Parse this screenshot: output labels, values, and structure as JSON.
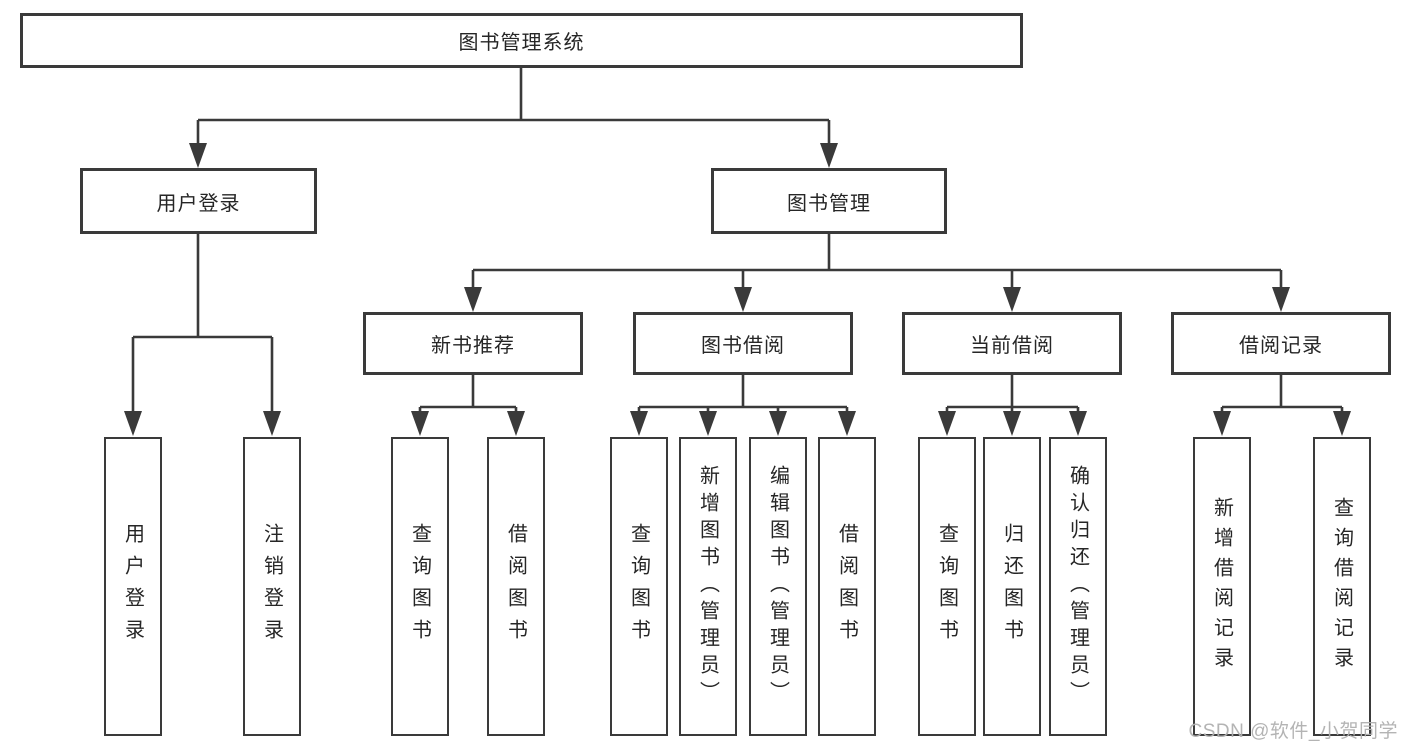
{
  "diagram": {
    "title_node": {
      "label": "图书管理系统"
    },
    "level1": {
      "user_login": {
        "label": "用户登录"
      },
      "book_mgmt": {
        "label": "图书管理"
      }
    },
    "level2": {
      "new_books": {
        "label": "新书推荐"
      },
      "book_borrow": {
        "label": "图书借阅"
      },
      "current_borrow": {
        "label": "当前借阅"
      },
      "borrow_records": {
        "label": "借阅记录"
      }
    },
    "leaves": {
      "user_login": [
        "用户登录",
        "注销登录"
      ],
      "new_books": [
        "查询图书",
        "借阅图书"
      ],
      "book_borrow": [
        "查询图书",
        "新增图书（管理员）",
        "编辑图书（管理员）",
        "借阅图书"
      ],
      "current_borrow": [
        "查询图书",
        "归还图书",
        "确认归还（管理员）"
      ],
      "borrow_records": [
        "新增借阅记录",
        "查询借阅记录"
      ]
    }
  },
  "watermark": {
    "text": "CSDN @软件_小贺同学"
  },
  "colors": {
    "line": "#3a3a3a",
    "box_border": "#3a3a3a",
    "text": "#262626",
    "background": "#ffffff",
    "watermark": "#b0b0b0"
  }
}
